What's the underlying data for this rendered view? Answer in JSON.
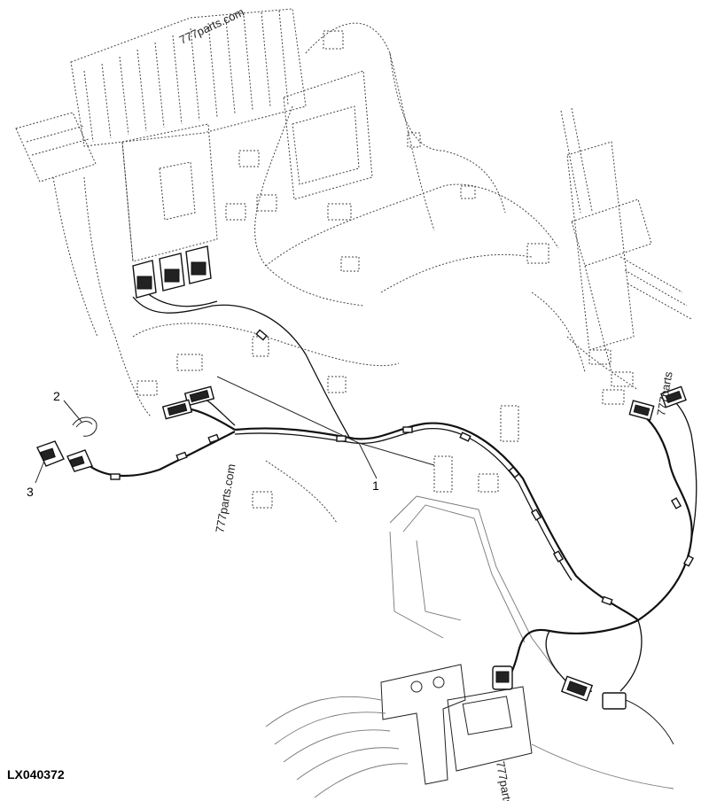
{
  "figure_id": "LX040372",
  "callouts": [
    {
      "label": "1"
    },
    {
      "label": "2"
    },
    {
      "label": "3"
    }
  ],
  "watermarks": [
    {
      "text": "777parts.com"
    },
    {
      "text": "777parts.com"
    },
    {
      "text": "777parts"
    },
    {
      "text": "777parts"
    }
  ]
}
